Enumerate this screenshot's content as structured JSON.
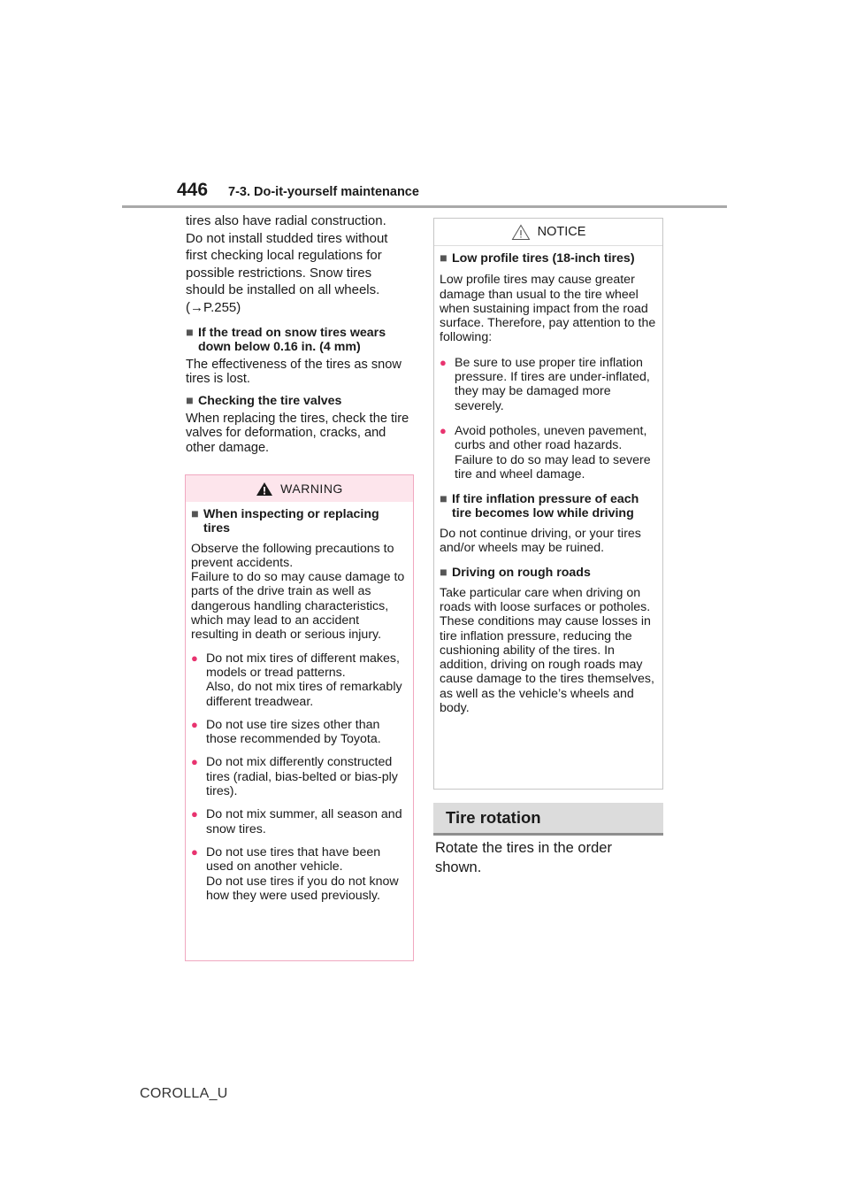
{
  "header": {
    "page_number": "446",
    "section": "7-3. Do-it-yourself maintenance"
  },
  "left": {
    "intro_lines": [
      "tires also have radial construction.",
      "Do not install studded tires without",
      "first checking local regulations for",
      "possible restrictions. Snow tires",
      "should be installed on all wheels.",
      "(→P.255)"
    ],
    "snow_tread": {
      "heading": "If the tread on snow tires wears down below 0.16 in. (4 mm)",
      "text": "The effectiveness of the tires as snow tires is lost."
    },
    "valves": {
      "heading": "Checking the tire valves",
      "text": "When replacing the tires, check the tire valves for deformation, cracks, and other damage."
    }
  },
  "warning": {
    "title": "WARNING",
    "heading": "When inspecting or replacing tires",
    "text": "Observe the following precautions to prevent accidents.\nFailure to do so may cause damage to parts of the drive train as well as dangerous handling characteristics, which may lead to an accident resulting in death or serious injury.",
    "bullets": [
      "Do not mix tires of different makes, models or tread patterns.\nAlso, do not mix tires of remarkably different treadwear.",
      "Do not use tire sizes other than those recommended by Toyota.",
      "Do not mix differently constructed tires (radial, bias-belted or bias-ply tires).",
      "Do not mix summer, all season and snow tires.",
      "Do not use tires that have been used on another vehicle.\nDo not use tires if you do not know how they were used previously."
    ]
  },
  "notice": {
    "title": "NOTICE",
    "low_profile": {
      "heading": "Low profile tires (18-inch tires)",
      "text": "Low profile tires may cause greater damage than usual to the tire wheel when sustaining impact from the road surface. Therefore, pay attention to the following:",
      "bullets": [
        "Be sure to use proper tire inflation pressure. If tires are under-inflated, they may be damaged more severely.",
        "Avoid potholes, uneven pavement, curbs and other road hazards. Failure to do so may lead to severe tire and wheel damage."
      ]
    },
    "low_pressure": {
      "heading": "If tire inflation pressure of each tire becomes low while driving",
      "text": "Do not continue driving, or your tires and/or wheels may be ruined."
    },
    "rough_roads": {
      "heading": "Driving on rough roads",
      "text": "Take particular care when driving on roads with loose surfaces or potholes.\nThese conditions may cause losses in tire inflation pressure, reducing the cushioning ability of the tires. In addition, driving on rough roads may cause damage to the tires themselves, as well as the vehicle’s wheels and body."
    }
  },
  "tire_rotation": {
    "title": "Tire rotation",
    "text_lines": [
      "Rotate the tires in the order",
      "shown."
    ]
  },
  "footer": {
    "model": "COROLLA_U"
  },
  "colors": {
    "warning_border": "#f0a8c0",
    "warning_fill": "#fde5ec",
    "bullet": "#e8336f",
    "section_bar": "#dcdcdc"
  }
}
